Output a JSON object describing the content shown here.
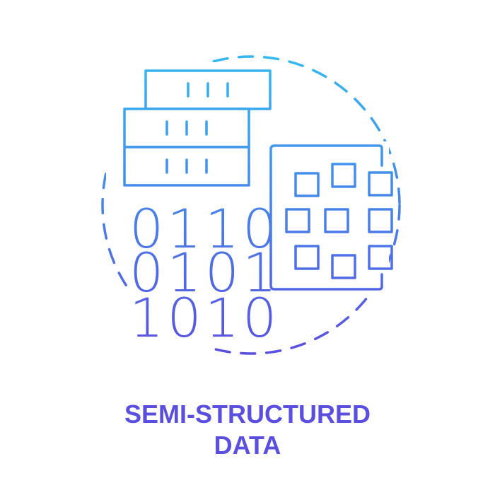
{
  "title": {
    "line1": "SEMI-STRUCTURED",
    "line2": "DATA"
  },
  "binary_rows": [
    "0110",
    "0101",
    "1010"
  ],
  "icons": {
    "server": "server-stack-icon",
    "grid": "data-grid-icon",
    "ring": "dashed-ring"
  },
  "colors": {
    "gradient_start": "#35b8f0",
    "gradient_end": "#5b4fe0",
    "caption": "#5b4fe0",
    "background": "#ffffff"
  }
}
